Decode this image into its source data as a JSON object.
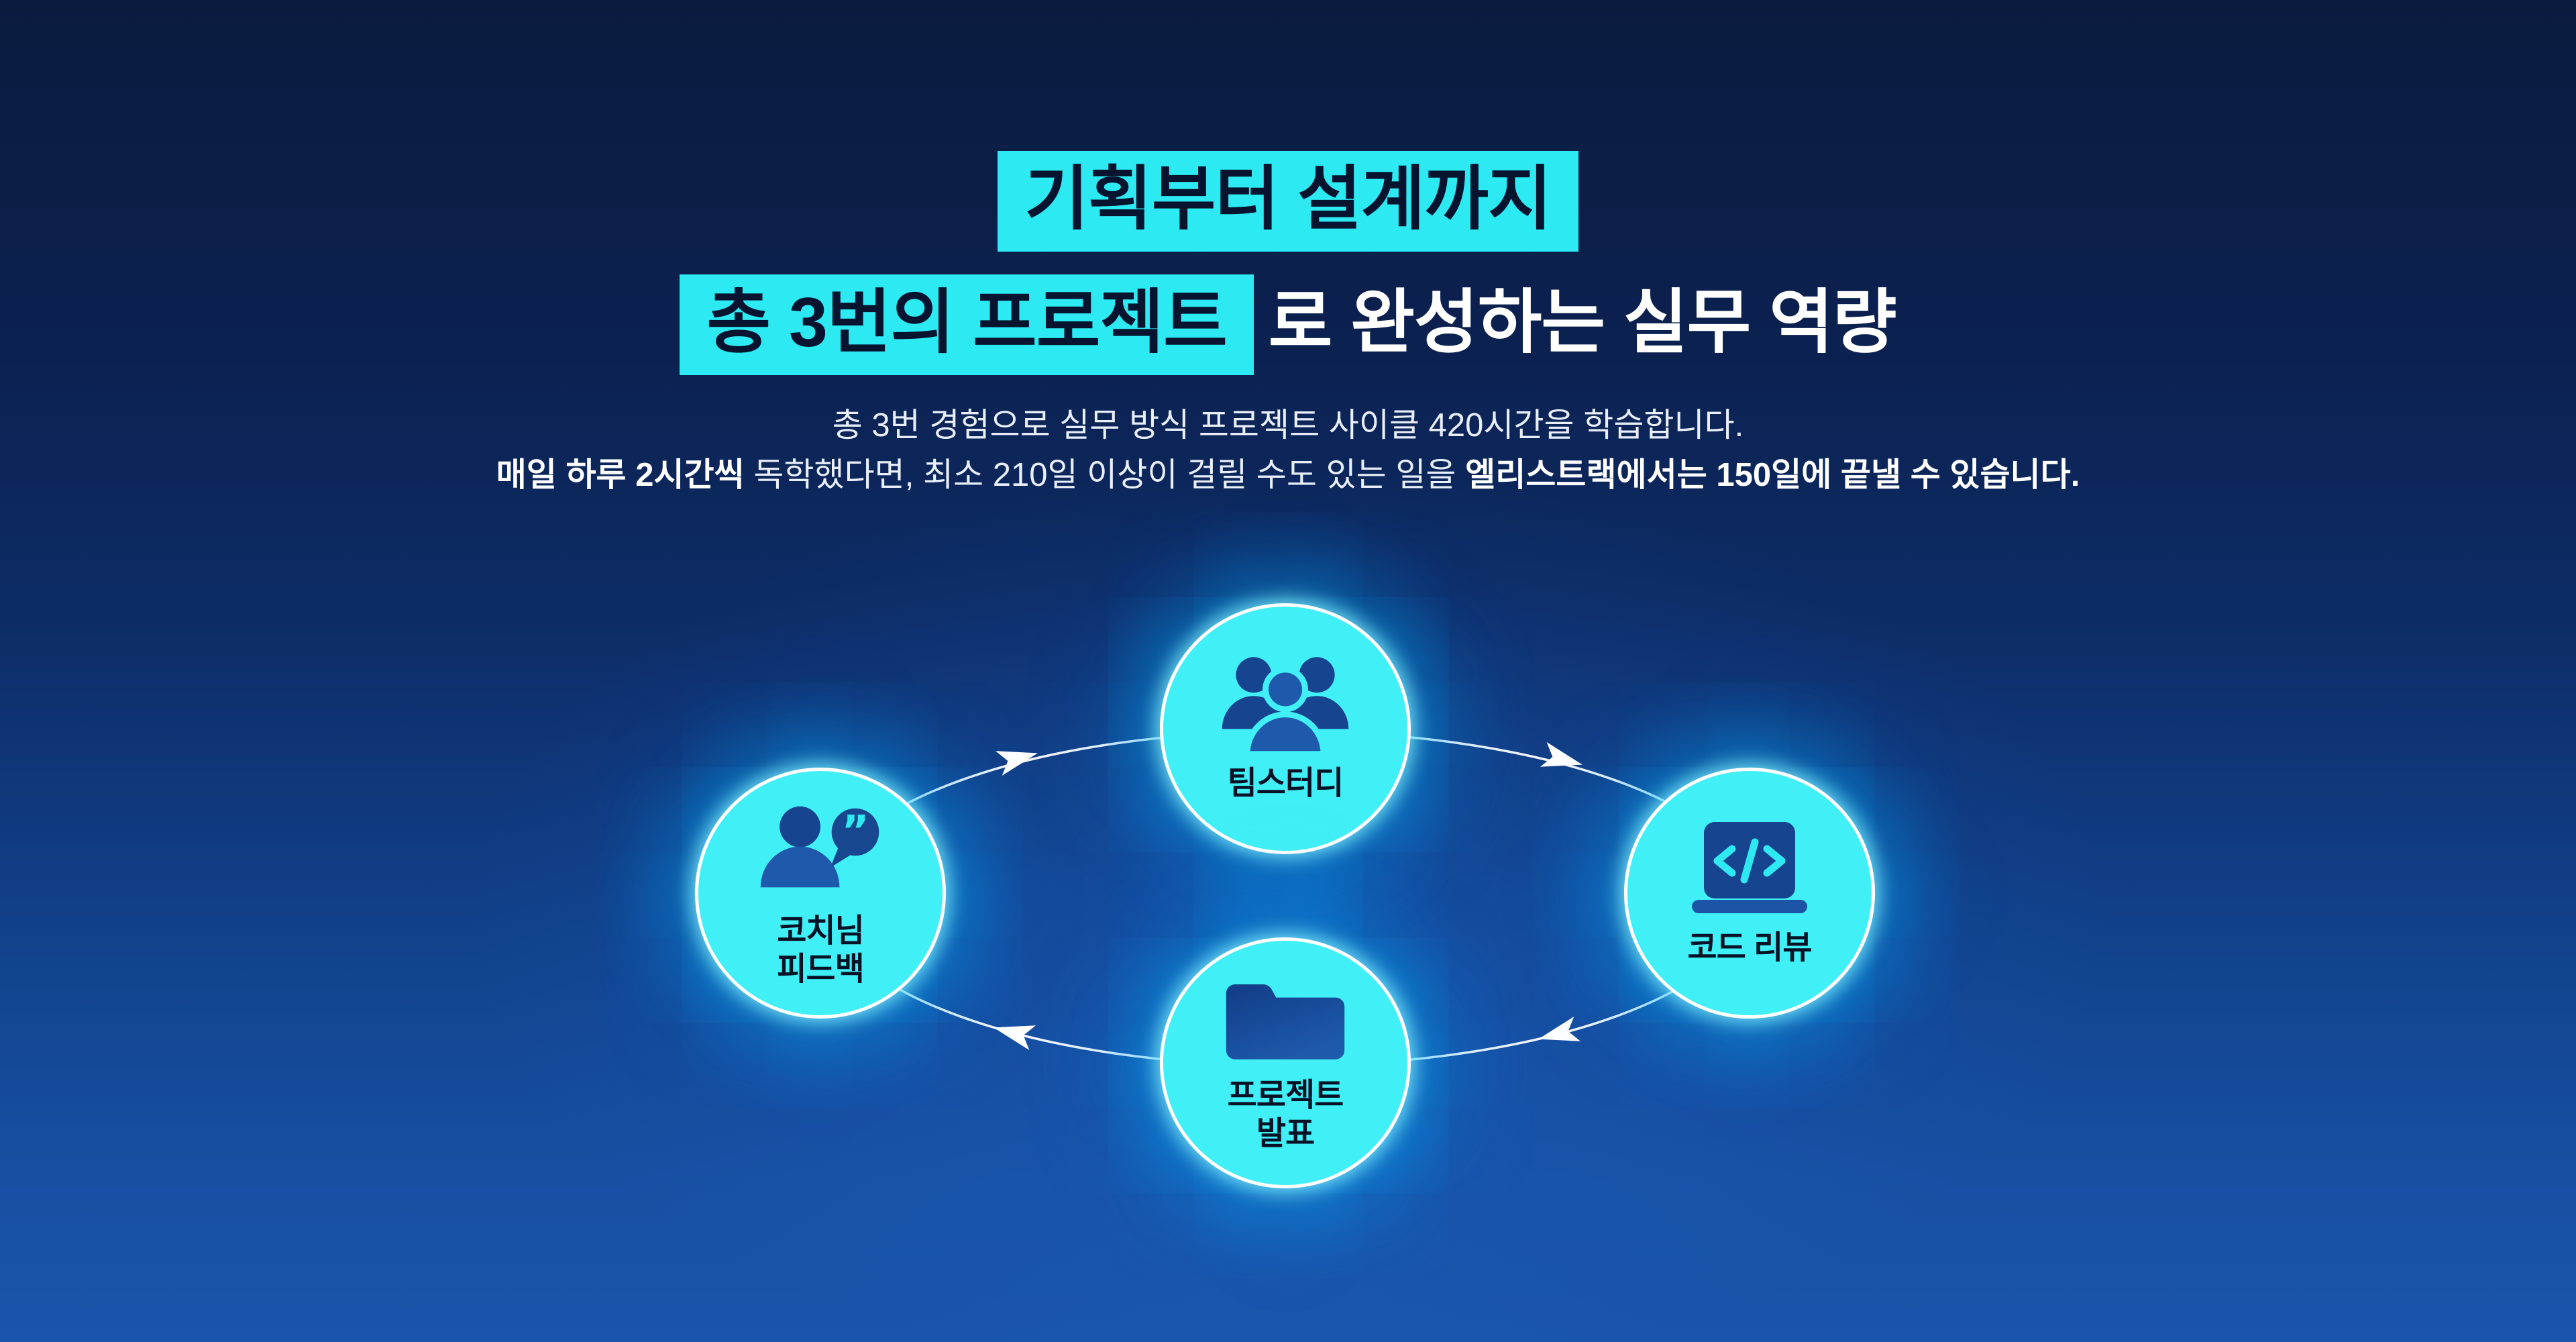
{
  "hero": {
    "title": {
      "line1_highlight": "기획부터 설계까지",
      "line2_highlight": "총 3번의 프로젝트",
      "line2_rest": "로 완성하는 실무 역량"
    },
    "subtitle": {
      "line1": "총 3번 경험으로 실무 방식 프로젝트 사이클 420시간을 학습합니다.",
      "line2_segments": [
        {
          "text": "매일 하루 2시간씩",
          "bold": true
        },
        {
          "text": " 독학했다면, 최소 210일 이상이 걸릴 수도 있는 일을 ",
          "bold": false
        },
        {
          "text": "엘리스트랙에서는 150일에 끝낼 수 있습니다.",
          "bold": true
        }
      ]
    }
  },
  "cycle": {
    "direction": "clockwise",
    "nodes": [
      {
        "id": "team-study",
        "position": "top",
        "icon": "people-group-icon",
        "label_lines": [
          "팀스터디"
        ]
      },
      {
        "id": "code-review",
        "position": "right",
        "icon": "laptop-code-icon",
        "label_lines": [
          "코드 리뷰"
        ]
      },
      {
        "id": "project-presentation",
        "position": "bottom",
        "icon": "folder-icon",
        "label_lines": [
          "프로젝트",
          "발표"
        ]
      },
      {
        "id": "coach-feedback",
        "position": "left",
        "icon": "person-feedback-icon",
        "label_lines": [
          "코치님",
          "피드백"
        ]
      }
    ]
  },
  "colors": {
    "background_top": "#0A1B3E",
    "background_bottom": "#1A55AB",
    "highlight_cyan": "#2DE9F2",
    "highlight_text": "#06142F",
    "title_white": "#FFFFFF",
    "circle_cyan": "#41F0F6",
    "circle_ring": "#FFFFFF",
    "node_label_navy": "#081226",
    "icon_navy_dark": "#16448F",
    "icon_navy_light": "#1E59AC",
    "icon_accent_cyan": "#2FE9F2",
    "orbit_line": "#FFFFFF"
  }
}
